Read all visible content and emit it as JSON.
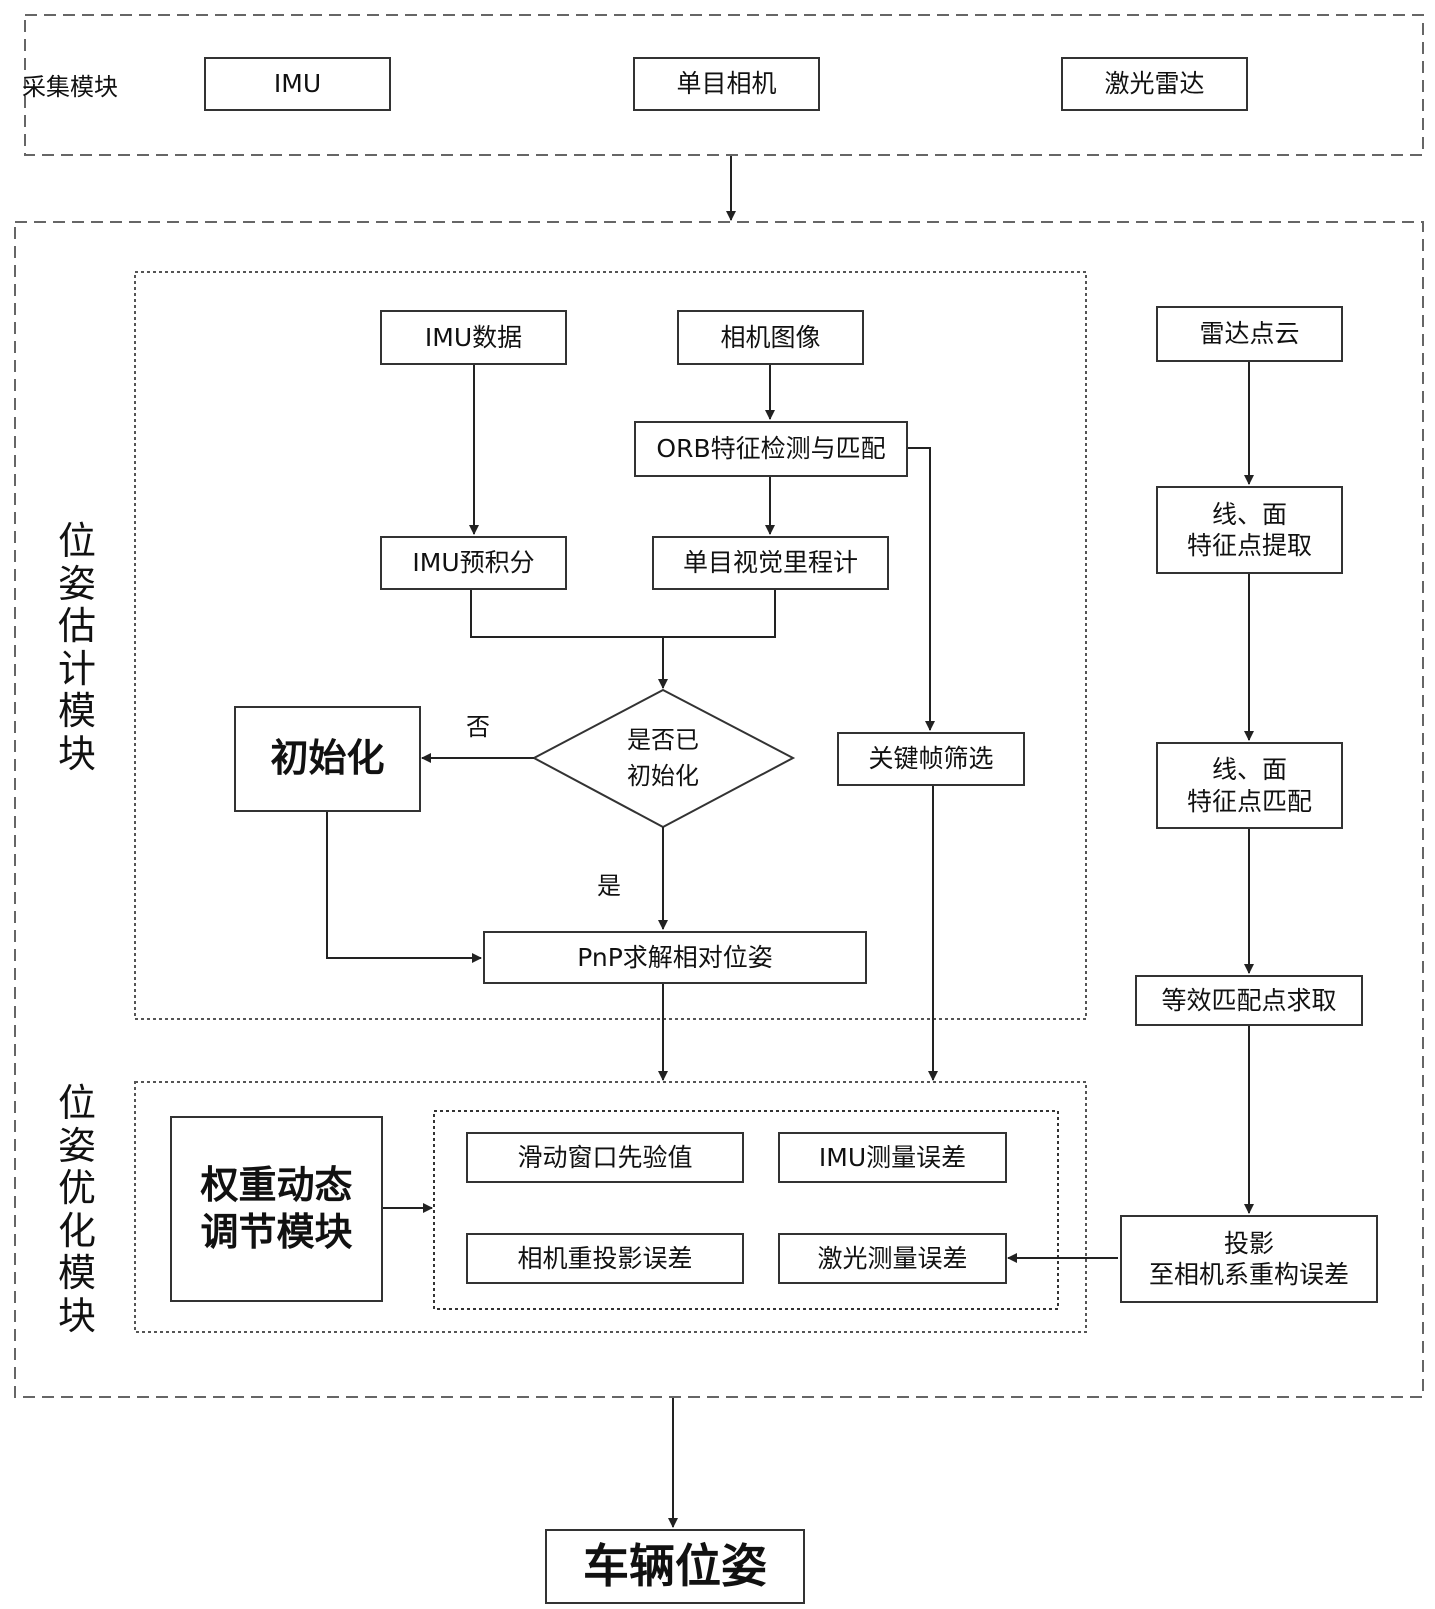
{
  "acquisition": {
    "label": "采集模块",
    "imu": "IMU",
    "camera": "单目相机",
    "lidar": "激光雷达"
  },
  "pose_estimation": {
    "label": "位姿估计模块",
    "imu_data": "IMU数据",
    "camera_image": "相机图像",
    "orb": "ORB特征检测与匹配",
    "imu_preint": "IMU预积分",
    "mono_vo": "单目视觉里程计",
    "decision": "是否已\n初始化",
    "no": "否",
    "yes": "是",
    "init": "初始化",
    "keyframe": "关键帧筛选",
    "pnp": "PnP求解相对位姿"
  },
  "lidar_branch": {
    "point_cloud": "雷达点云",
    "feature_extract": "线、面\n特征点提取",
    "feature_match": "线、面\n特征点匹配",
    "equiv_points": "等效匹配点求取",
    "projection": "投影\n至相机系重构误差"
  },
  "pose_optimization": {
    "label": "位姿优化模块",
    "weight_module": "权重动态\n调节模块",
    "sliding_window": "滑动窗口先验值",
    "imu_error": "IMU测量误差",
    "reproj_error": "相机重投影误差",
    "laser_error": "激光测量误差"
  },
  "output": {
    "vehicle_pose": "车辆位姿"
  }
}
